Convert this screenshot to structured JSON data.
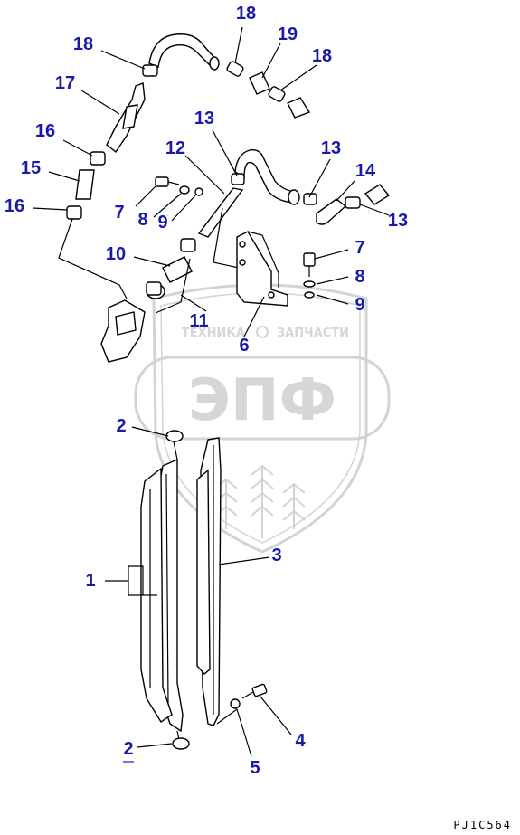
{
  "watermark": {
    "company_line": "ТЕХНИКА",
    "company_line2": "ЗАПЧАСТИ",
    "logo_text": "ЭПФ"
  },
  "diagram_code": "PJ1C564",
  "callouts": [
    {
      "id": "c18a",
      "label": "18"
    },
    {
      "id": "c18b",
      "label": "18"
    },
    {
      "id": "c19",
      "label": "19"
    },
    {
      "id": "c18c",
      "label": "18"
    },
    {
      "id": "c17",
      "label": "17"
    },
    {
      "id": "c16a",
      "label": "16"
    },
    {
      "id": "c15",
      "label": "15"
    },
    {
      "id": "c16b",
      "label": "16"
    },
    {
      "id": "c13a",
      "label": "13"
    },
    {
      "id": "c12",
      "label": "12"
    },
    {
      "id": "c13b",
      "label": "13"
    },
    {
      "id": "c14",
      "label": "14"
    },
    {
      "id": "c13c",
      "label": "13"
    },
    {
      "id": "c7a",
      "label": "7"
    },
    {
      "id": "c8a",
      "label": "8"
    },
    {
      "id": "c9a",
      "label": "9"
    },
    {
      "id": "c7b",
      "label": "7"
    },
    {
      "id": "c8b",
      "label": "8"
    },
    {
      "id": "c9b",
      "label": "9"
    },
    {
      "id": "c10",
      "label": "10"
    },
    {
      "id": "c11",
      "label": "11"
    },
    {
      "id": "c6",
      "label": "6"
    },
    {
      "id": "c2a",
      "label": "2"
    },
    {
      "id": "c3",
      "label": "3"
    },
    {
      "id": "c1",
      "label": "1"
    },
    {
      "id": "c4",
      "label": "4"
    },
    {
      "id": "c2b",
      "label": "2"
    },
    {
      "id": "c5",
      "label": "5"
    }
  ]
}
